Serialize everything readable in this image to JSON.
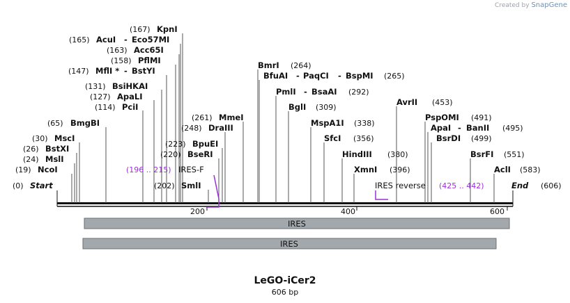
{
  "credit": {
    "prefix": "Created by",
    "brand": "SnapGene"
  },
  "title": "LeGO-iCer2",
  "subtitle": "606 bp",
  "sequence_length": 606,
  "ends": {
    "start": "Start",
    "start_pos": "(0)",
    "end": "End",
    "end_pos": "(606)"
  },
  "ticks": [
    "200",
    "400",
    "600"
  ],
  "sites": [
    {
      "name": "KpnI",
      "pos": "(167)",
      "bp": 167
    },
    {
      "name": "AcuI",
      "pos": "(165)",
      "bp": 165
    },
    {
      "name": "Eco57MI",
      "bp": 165,
      "joined": true
    },
    {
      "name": "Acc65I",
      "pos": "(163)",
      "bp": 163
    },
    {
      "name": "PflMI",
      "pos": "(158)",
      "bp": 158
    },
    {
      "name": "MflI *",
      "pos": "(147)",
      "bp": 147
    },
    {
      "name": "BstYI",
      "bp": 147,
      "joined": true
    },
    {
      "name": "BsiHKAI",
      "pos": "(131)",
      "bp": 131
    },
    {
      "name": "ApaLI",
      "pos": "(127)",
      "bp": 127
    },
    {
      "name": "PciI",
      "pos": "(114)",
      "bp": 114
    },
    {
      "name": "BmgBI",
      "pos": "(65)",
      "bp": 65
    },
    {
      "name": "MscI",
      "pos": "(30)",
      "bp": 30
    },
    {
      "name": "BstXI",
      "pos": "(26)",
      "bp": 26
    },
    {
      "name": "MslI",
      "pos": "(24)",
      "bp": 24
    },
    {
      "name": "NcoI",
      "pos": "(19)",
      "bp": 19
    },
    {
      "name": "BmrI",
      "pos": "(264)",
      "bp": 264
    },
    {
      "name": "BfuAI",
      "bp": 265
    },
    {
      "name": "PaqCI",
      "bp": 265,
      "joined": true
    },
    {
      "name": "BspMI",
      "pos": "(265)",
      "bp": 265,
      "joined": true
    },
    {
      "name": "PmlI",
      "bp": 292
    },
    {
      "name": "BsaAI",
      "pos": "(292)",
      "bp": 292,
      "joined": true
    },
    {
      "name": "MmeI",
      "pos": "(261)",
      "bp": 261
    },
    {
      "name": "DraIII",
      "pos": "(248)",
      "bp": 248
    },
    {
      "name": "BpuEI",
      "pos": "(223)",
      "bp": 223
    },
    {
      "name": "BseRI",
      "pos": "(220)",
      "bp": 220
    },
    {
      "name": "SmlI",
      "pos": "(202)",
      "bp": 202
    },
    {
      "name": "BglI",
      "pos": "(309)",
      "bp": 309
    },
    {
      "name": "MspA1I",
      "pos": "(338)",
      "bp": 338
    },
    {
      "name": "SfcI",
      "pos": "(356)",
      "bp": 356
    },
    {
      "name": "HindIII",
      "pos": "(380)",
      "bp": 380
    },
    {
      "name": "XmnI",
      "pos": "(396)",
      "bp": 396
    },
    {
      "name": "AvrII",
      "pos": "(453)",
      "bp": 453
    },
    {
      "name": "PspOMI",
      "pos": "(491)",
      "bp": 491
    },
    {
      "name": "ApaI",
      "bp": 495
    },
    {
      "name": "BanII",
      "pos": "(495)",
      "bp": 495,
      "joined": true
    },
    {
      "name": "BsrDI",
      "pos": "(499)",
      "bp": 499
    },
    {
      "name": "BsrFI",
      "pos": "(551)",
      "bp": 551
    },
    {
      "name": "AclI",
      "pos": "(583)",
      "bp": 583
    }
  ],
  "primers": [
    {
      "name": "IRES-F",
      "range": "(196 .. 215)",
      "start": 196,
      "end": 215,
      "direction": "forward",
      "color": "#9b30d9"
    },
    {
      "name": "IRES reverse",
      "range": "(425 .. 442)",
      "start": 425,
      "end": 442,
      "direction": "reverse",
      "color": "#9b30d9"
    }
  ],
  "features": [
    {
      "name": "IRES",
      "start": 36,
      "end": 602,
      "color": "#a3a8ad"
    },
    {
      "name": "IRES",
      "start": 34,
      "end": 585,
      "color": "#a3a8ad"
    }
  ]
}
